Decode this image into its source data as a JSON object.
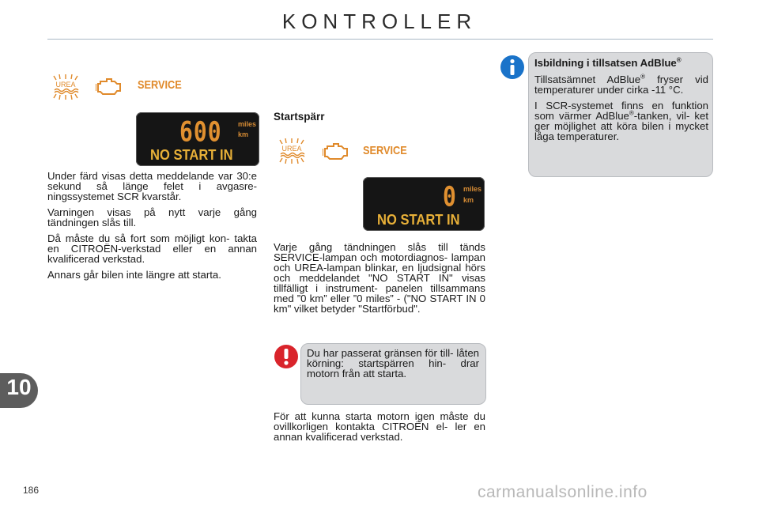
{
  "header": {
    "title": "KONTROLLER"
  },
  "icons": {
    "urea_label": "UREA",
    "service_label": "SERVICE"
  },
  "display1": {
    "number": "600",
    "unit_top": "miles",
    "unit_bottom": "km",
    "message": "NO START IN"
  },
  "display2": {
    "number": "0",
    "unit_top": "miles",
    "unit_bottom": "km",
    "message": "NO START IN"
  },
  "left_column": {
    "paragraphs": [
      "Under färd visas detta meddelande var 30:e sekund så länge felet i avgasre- ningssystemet SCR kvarstår.",
      "Varningen visas på nytt varje gång tändningen slås till.",
      "Då måste du så fort som möjligt kon- takta en CITROËN-verkstad eller en annan kvalificerad verkstad.",
      "Annars går bilen inte längre att starta."
    ]
  },
  "middle_column": {
    "heading": "Startspärr",
    "paragraph": "Varje gång tändningen slås till tänds SERVICE-lampan och motordiagnos- lampan och UREA-lampan blinkar, en ljudsignal hörs och meddelandet \"NO START IN\" visas tillfälligt i instrument- panelen tillsammans med ”0 km” eller ”0 miles” - (\"NO START IN 0 km\" vilket betyder \"Startförbud\".",
    "warning_text": "Du har passerat gränsen för till- låten körning: startspärren hin- drar motorn från att starta.",
    "final_paragraph": "För att kunna starta motorn igen måste du ovillkorligen kontakta CITROËN el- ler en annan kvalificerad verkstad."
  },
  "info_box": {
    "title": "Isbildning i tillsatsen AdBlue",
    "title_sup": "®",
    "p1_a": "Tillsatsämnet AdBlue",
    "p1_sup": "®",
    "p1_b": " fryser vid temperaturer under cirka -11 °C.",
    "p2_a": "I SCR-systemet finns en funktion som värmer AdBlue",
    "p2_sup": "®",
    "p2_b": "-tanken, vil- ket ger möjlighet att köra bilen i mycket låga temperaturer."
  },
  "chapter_tab": "10",
  "page_number": "186",
  "watermark": "carmanualsonline.info",
  "colors": {
    "service_orange": "#e08a2b",
    "display_amber": "#e09030",
    "warning_red": "#d9242b",
    "info_blue": "#1a73c9",
    "box_gray": "#d9dadc"
  }
}
